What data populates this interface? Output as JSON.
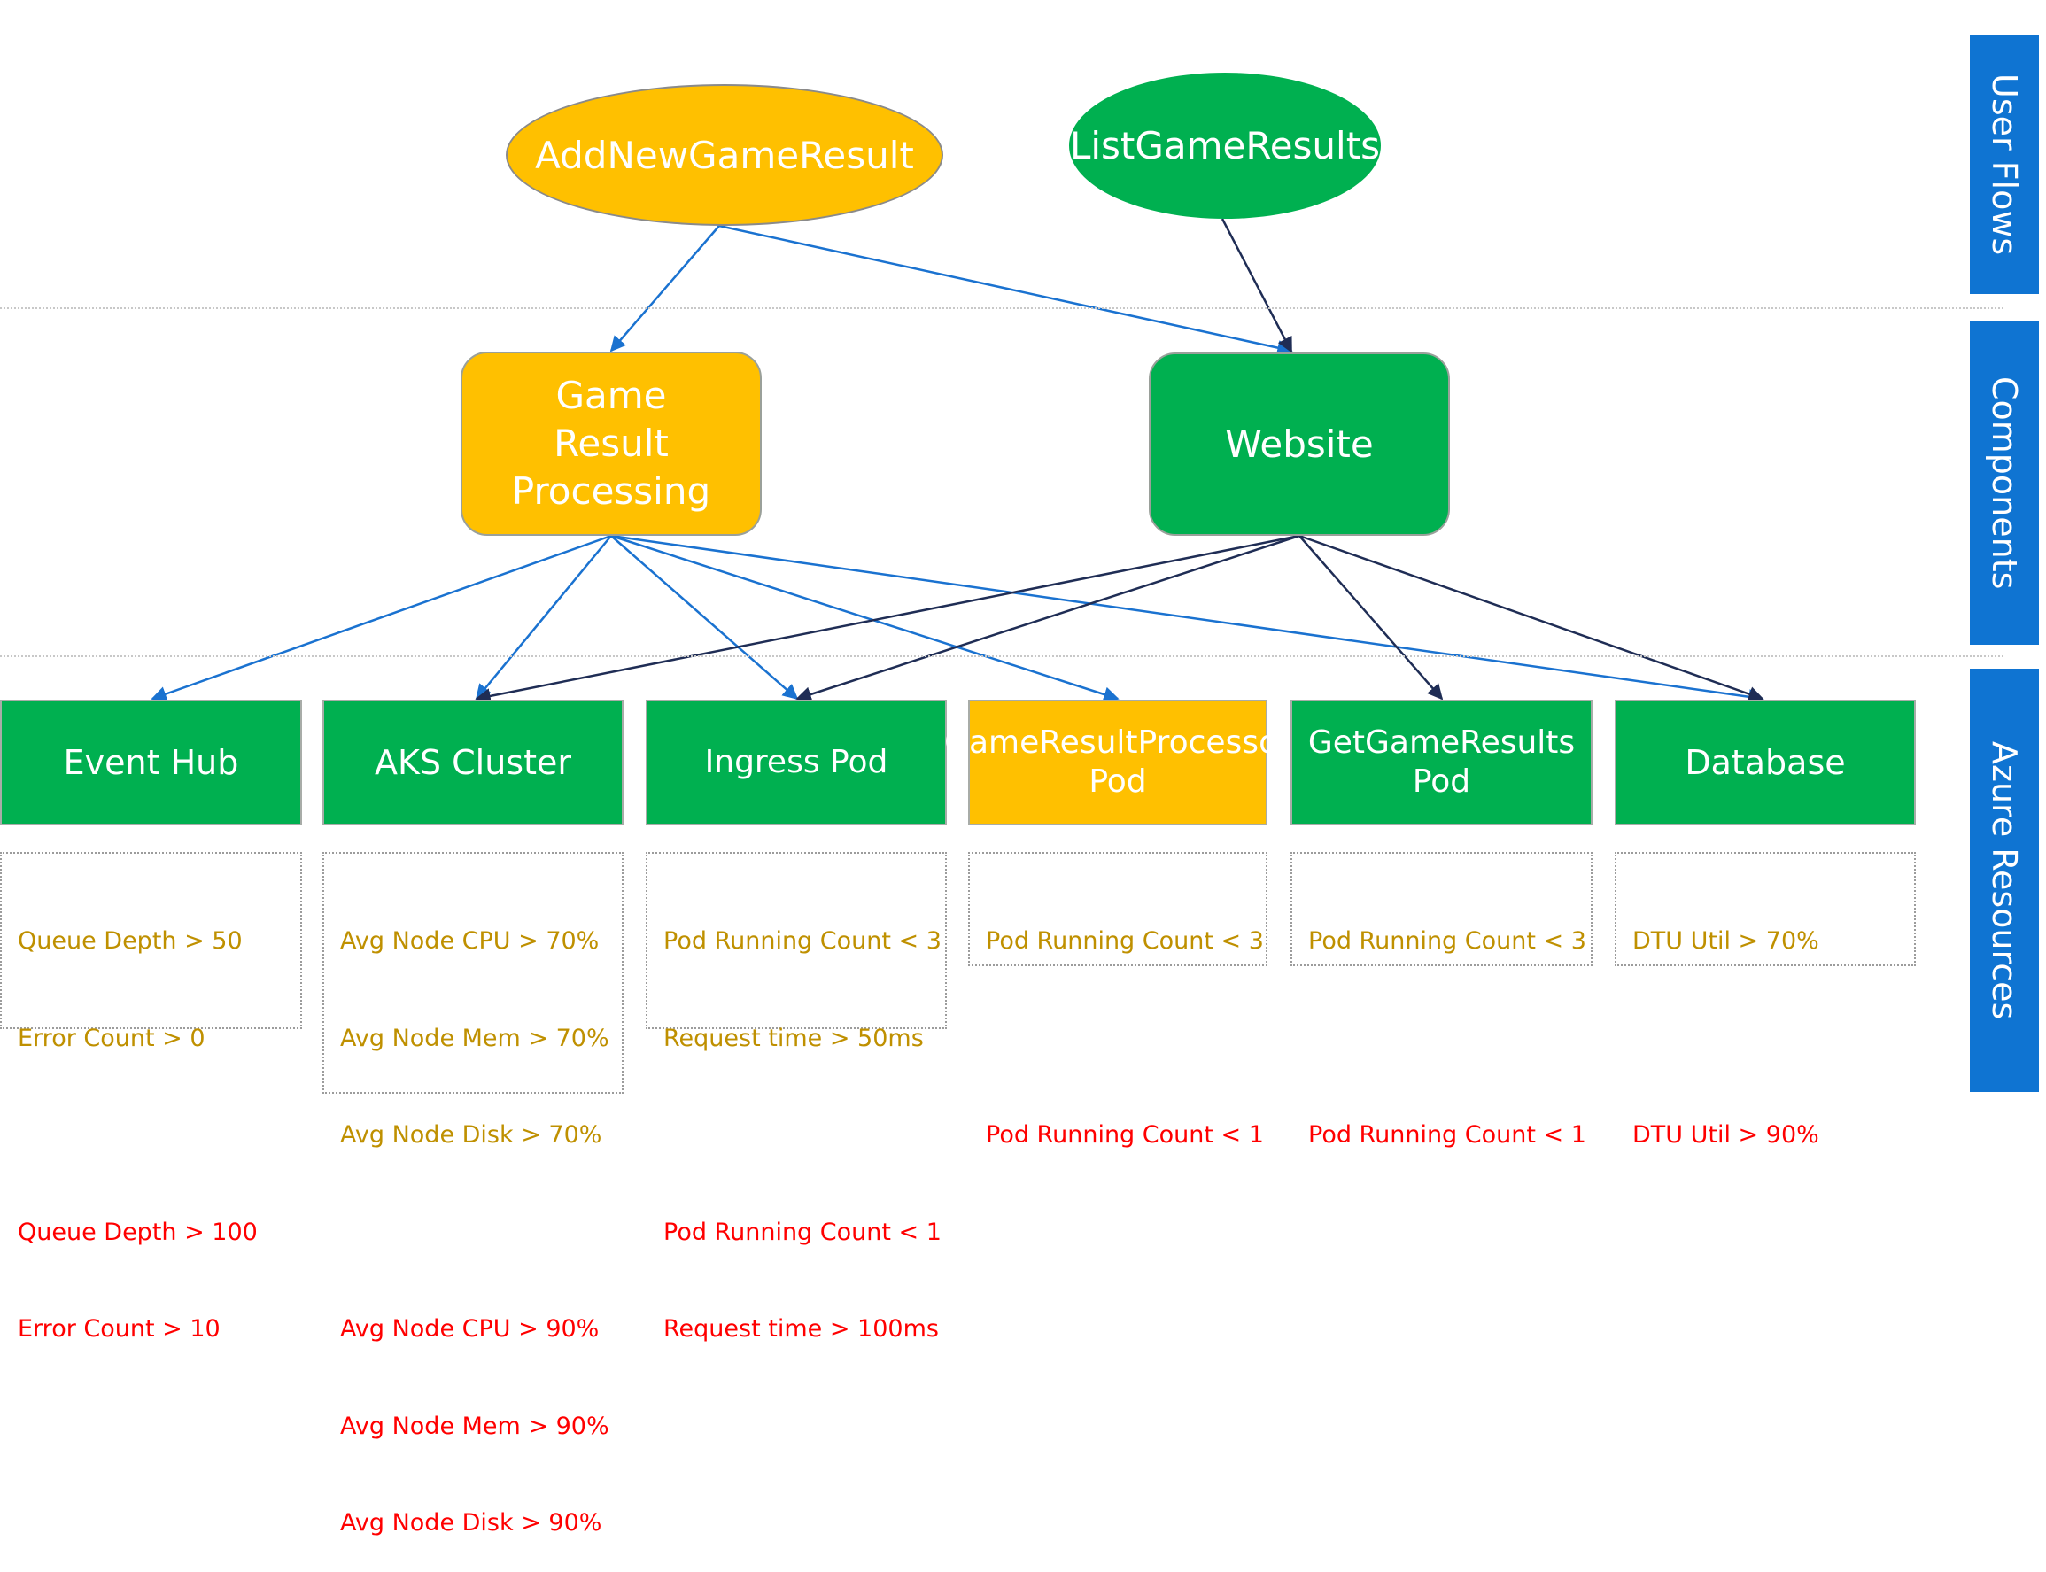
{
  "colors": {
    "green": "#00b050",
    "amber": "#ffc000",
    "blue_edge": "#1a72d0",
    "dark_edge": "#1f2d55",
    "warning_text": "#bf9000",
    "critical_text": "#ff0000",
    "band": "#0f74d2"
  },
  "bands": {
    "user_flows": "User Flows",
    "components": "Components",
    "azure_resources": "Azure Resources"
  },
  "user_flows": {
    "add_new_game_result": "AddNewGameResult",
    "list_game_results": "ListGameResults"
  },
  "components": {
    "game_result_processing": "Game Result Processing",
    "website": "Website"
  },
  "resources": [
    {
      "name": "Event Hub",
      "status": "green",
      "warning": [
        "Queue Depth > 50",
        "Error Count > 0"
      ],
      "critical": [
        "Queue Depth > 100",
        "Error Count > 10"
      ]
    },
    {
      "name": "AKS Cluster",
      "status": "green",
      "warning": [
        "Avg Node CPU > 70%",
        "Avg Node Mem > 70%",
        "Avg Node Disk > 70%"
      ],
      "critical": [
        "Avg Node CPU > 90%",
        "Avg Node Mem > 90%",
        "Avg Node Disk > 90%"
      ]
    },
    {
      "name": "Ingress Pod",
      "status": "green",
      "warning": [
        "Pod Running Count < 3",
        "Request time > 50ms"
      ],
      "critical": [
        "Pod Running Count < 1",
        "Request time > 100ms"
      ]
    },
    {
      "name": "GameResultProcessor Pod",
      "status": "amber",
      "warning": [
        "Pod Running Count < 3"
      ],
      "critical": [
        "Pod Running Count < 1"
      ]
    },
    {
      "name": "GetGameResults Pod",
      "status": "green",
      "warning": [
        "Pod Running Count < 3"
      ],
      "critical": [
        "Pod Running Count < 1"
      ]
    },
    {
      "name": "Database",
      "status": "green",
      "warning": [
        "DTU Util > 70%"
      ],
      "critical": [
        "DTU Util > 90%"
      ]
    }
  ]
}
